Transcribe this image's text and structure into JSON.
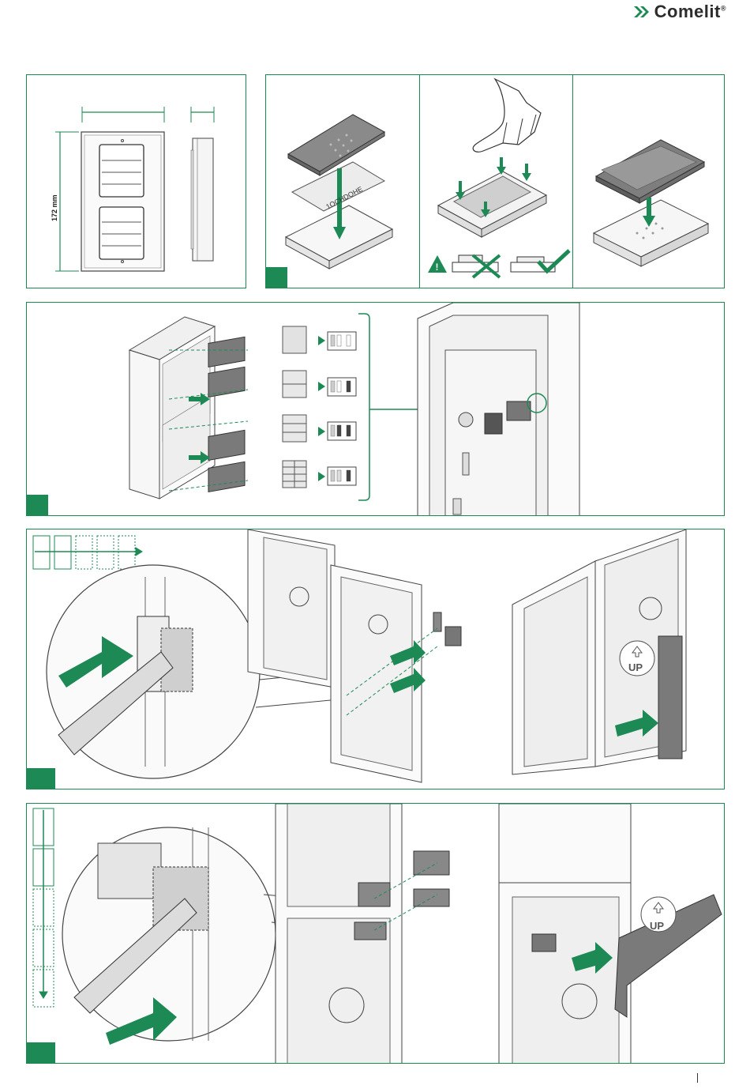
{
  "brand": {
    "name": "Comelit",
    "reg_mark": "®",
    "color": "#1d8a55"
  },
  "page": {
    "accent_color": "#1d8a55",
    "line_color": "#1a8a52"
  },
  "panel1": {
    "height_dimension": "172 mm"
  },
  "panel2": {
    "label_sheet_text": "1OCHDOHE",
    "warning_icon": "warning-icon",
    "wrong_mark": "cross-icon",
    "right_mark": "check-icon"
  },
  "panel3": {
    "dip_rows": 4
  },
  "panel4": {
    "up_label": "UP"
  },
  "panel5": {
    "up_label": "UP"
  }
}
